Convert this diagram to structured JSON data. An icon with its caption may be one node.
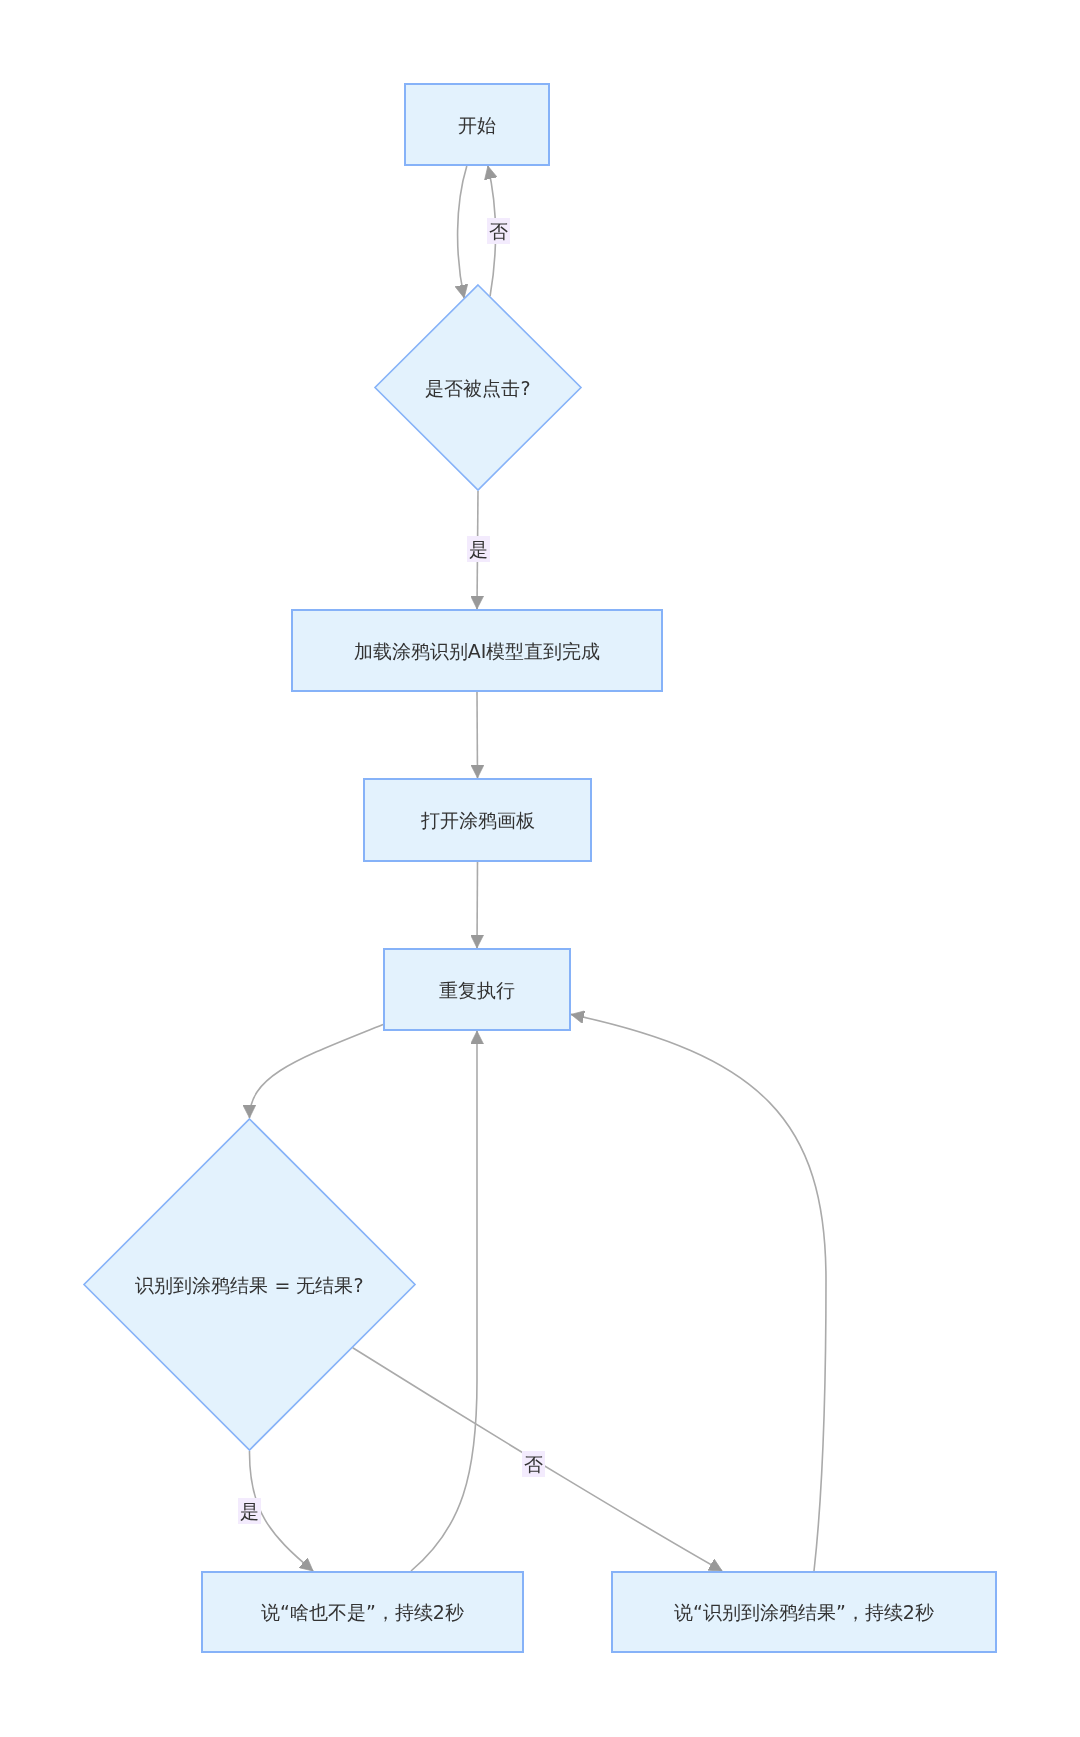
{
  "diagram": {
    "nodes": [
      {
        "text": [
          "开始"
        ]
      },
      {
        "text": [
          "是否被点击?"
        ]
      },
      {
        "text": [
          "加载涂鸦识别AI模型直到完成"
        ]
      },
      {
        "text": [
          "打开涂鸦画板"
        ]
      },
      {
        "text": [
          "重复执行"
        ]
      },
      {
        "text": [
          "识别到涂鸦结果 = 无结果?"
        ]
      },
      {
        "text": [
          "说“啥也不是”，持续2秒"
        ]
      },
      {
        "text": [
          "说“识别到涂鸦结果”，持续2秒"
        ]
      }
    ],
    "edges": [
      {
        "from": 0,
        "to": 1,
        "arrow": "to"
      },
      {
        "from": 1,
        "to": 0,
        "arrow": "to",
        "label": "否"
      },
      {
        "from": 1,
        "to": 2,
        "arrow": "to",
        "label": "是"
      },
      {
        "from": 2,
        "to": 3,
        "arrow": "to"
      },
      {
        "from": 3,
        "to": 4,
        "arrow": "to"
      },
      {
        "from": 4,
        "to": 5,
        "arrow": "to"
      },
      {
        "from": 5,
        "to": 6,
        "arrow": "to",
        "label": "是"
      },
      {
        "from": 5,
        "to": 7,
        "arrow": "to",
        "label": "否"
      },
      {
        "from": 6,
        "to": 4,
        "arrow": "to"
      },
      {
        "from": 7,
        "to": 4,
        "arrow": "to"
      }
    ]
  }
}
